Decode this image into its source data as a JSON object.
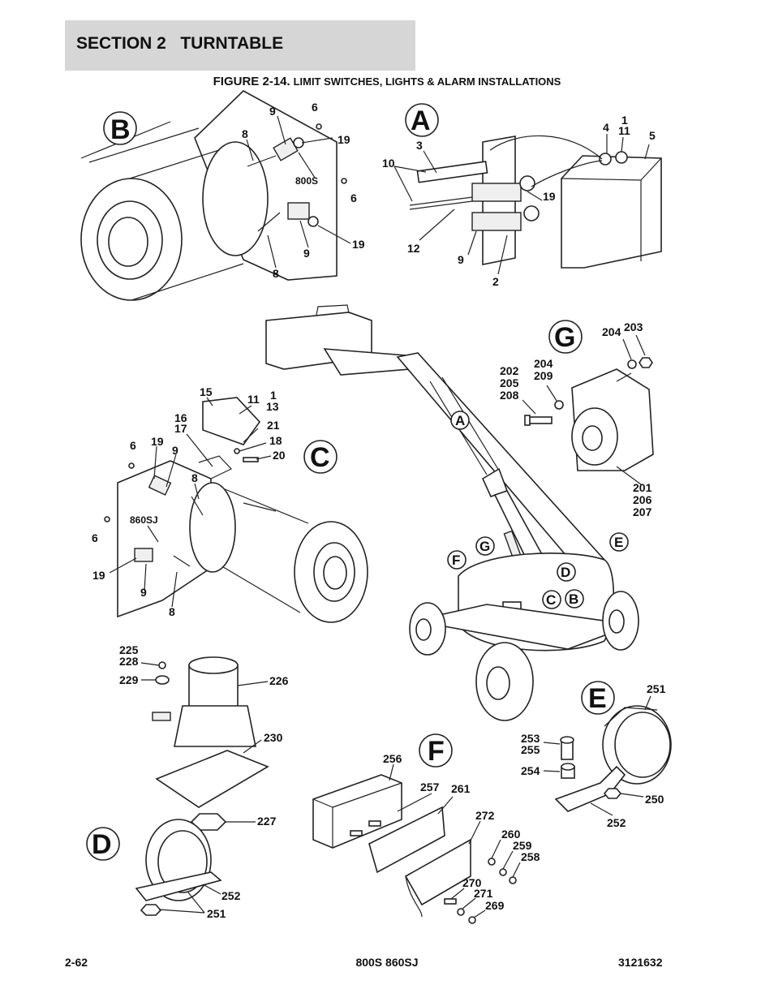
{
  "header": {
    "section_title": "SECTION 2   TURNTABLE",
    "figure_lead": "FIGURE 2-14.",
    "figure_rest": "LIMIT SWITCHES, LIGHTS & ALARM INSTALLATIONS"
  },
  "views": {
    "A": "A",
    "B": "B",
    "C": "C",
    "D": "D",
    "E": "E",
    "F": "F",
    "G": "G"
  },
  "callouts": {
    "B": [
      "9",
      "6",
      "8",
      "19",
      "800S",
      "6",
      "19",
      "9",
      "8"
    ],
    "A": [
      "3",
      "4",
      "1",
      "11",
      "5",
      "10",
      "19",
      "12",
      "9",
      "2"
    ],
    "G": [
      "204",
      "203",
      "204",
      "209",
      "202",
      "205",
      "208",
      "201",
      "206",
      "207"
    ],
    "C": [
      "15",
      "11",
      "1",
      "13",
      "16",
      "17",
      "21",
      "18",
      "20",
      "6",
      "19",
      "9",
      "8",
      "860SJ",
      "6",
      "19",
      "9",
      "8"
    ],
    "machine": [
      "A",
      "G",
      "F",
      "E",
      "D",
      "C",
      "B"
    ],
    "D": [
      "225",
      "228",
      "229",
      "226",
      "230",
      "227",
      "252",
      "251"
    ],
    "F": [
      "256",
      "257",
      "261",
      "272",
      "260",
      "259",
      "258",
      "270",
      "271",
      "269"
    ],
    "E": [
      "251",
      "253",
      "255",
      "254",
      "250",
      "252"
    ]
  },
  "footer": {
    "page": "2-62",
    "model": "800S 860SJ",
    "doc_number": "3121632"
  }
}
